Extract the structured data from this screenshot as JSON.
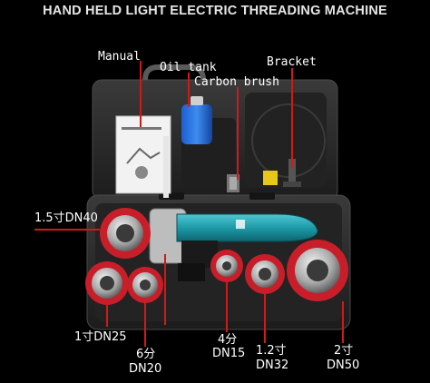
{
  "header": {
    "title": "HAND HELD LIGHT ELECTRIC THREADING MACHINE"
  },
  "callouts": {
    "manual": "Manual",
    "oil_tank": "Oil tank",
    "carbon_brush": "Carbon brush",
    "bracket": "Bracket",
    "die_1_5": "1.5寸DN40",
    "die_1": "1寸DN25",
    "die_6fen_a": "6分",
    "die_6fen_b": "DN20",
    "die_4fen_a": "4分",
    "die_4fen_b": "DN15",
    "die_1_2_a": "1.2寸",
    "die_1_2_b": "DN32",
    "die_2_a": "2寸",
    "die_2_b": "DN50"
  },
  "colors": {
    "background": "#000000",
    "case": "#2b2b2b",
    "leader": "#d01a1a",
    "die_red": "#c81e2a",
    "motor_teal": "#1e9aa8"
  }
}
